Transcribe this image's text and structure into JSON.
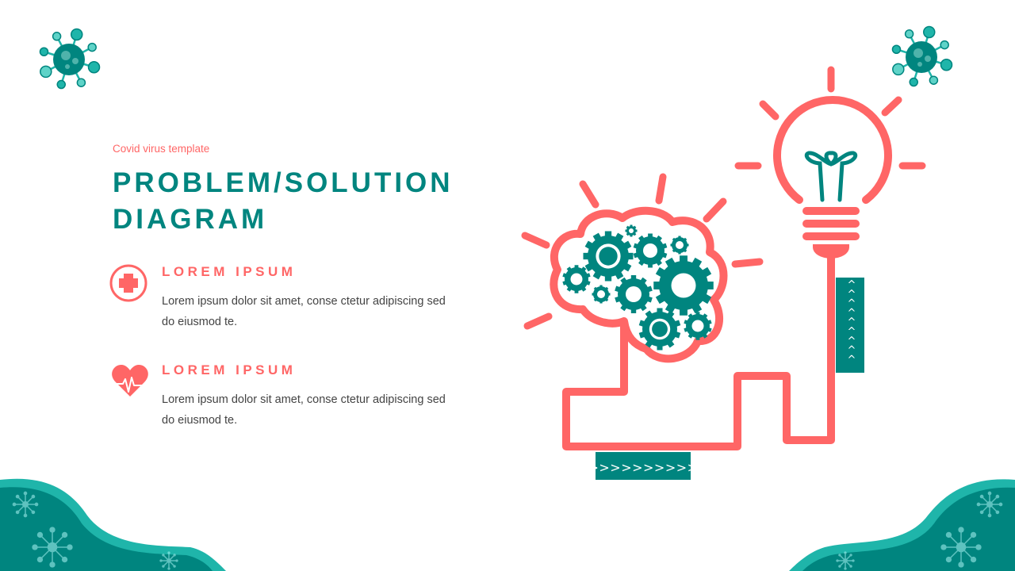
{
  "slide": {
    "subtitle": "Covid virus template",
    "title_line1": "PROBLEM/SOLUTION",
    "title_line2": "DIAGRAM"
  },
  "items": [
    {
      "icon": "medical-cross-icon",
      "heading": "LOREM IPSUM",
      "body": "Lorem ipsum dolor sit amet, conse ctetur adipiscing sed do eiusmod te."
    },
    {
      "icon": "heartbeat-icon",
      "heading": "LOREM IPSUM",
      "body": "Lorem ipsum dolor sit amet, conse ctetur adipiscing sed do eiusmod te."
    }
  ],
  "diagram": {
    "problem_icon": "brain-gears-icon",
    "solution_icon": "lightbulb-icon",
    "horizontal_arrows": ">>>>>>>>>>",
    "vertical_arrows": [
      "^",
      "^",
      "^",
      "^",
      "^",
      "^",
      "^",
      "^",
      "^"
    ]
  },
  "colors": {
    "teal": "#00857f",
    "coral": "#ff6666",
    "light_teal": "#1fb5aa"
  }
}
